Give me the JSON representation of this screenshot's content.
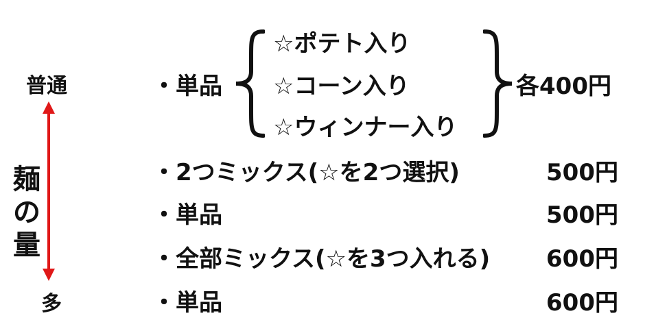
{
  "side_scale": {
    "top_label": "普通",
    "vertical_label": [
      "麺",
      "の",
      "量"
    ],
    "bottom_label": "多",
    "arrow_color": "#e01818"
  },
  "menu": {
    "group": {
      "item": "・単品",
      "options": [
        "☆ポテト入り",
        "☆コーン入り",
        "☆ウィンナー入り"
      ],
      "price": "各400円"
    },
    "rows": [
      {
        "item": "・2つミックス(☆を2つ選択)",
        "price": "500円"
      },
      {
        "item": "・単品",
        "price": "500円"
      },
      {
        "item": "・全部ミックス(☆を3つ入れる)",
        "price": "600円"
      },
      {
        "item": "・単品",
        "price": "600円"
      }
    ]
  }
}
